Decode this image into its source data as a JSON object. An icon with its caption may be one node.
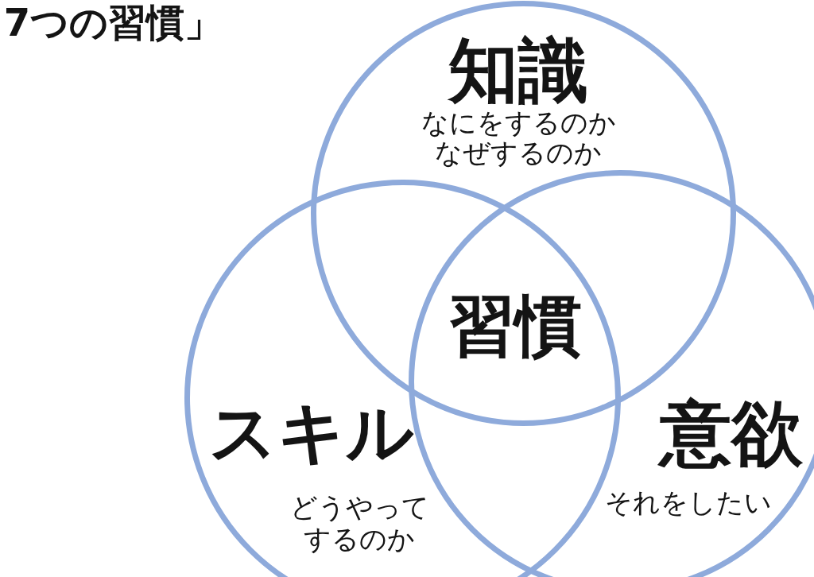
{
  "diagram": {
    "title": "7つの習慣」",
    "nodes": [
      {
        "text": [
          "知識",
          "なにをするのかなぜするのか"
        ]
      },
      {
        "text": [
          "スキル",
          "どうやってするのか"
        ]
      },
      {
        "text": [
          "意欲",
          "それをしたい"
        ]
      }
    ],
    "labels": [
      "習慣"
    ]
  }
}
